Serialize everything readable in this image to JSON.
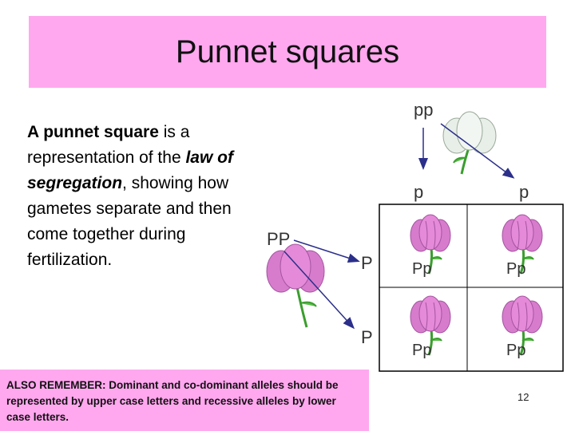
{
  "slide": {
    "title": "Punnet squares",
    "body": {
      "term": "A punnet square",
      "text1": " is a representation of the ",
      "law": "law of segregation",
      "text2": ", showing how gametes separate and then come together during fertilization."
    },
    "diagram": {
      "top_parent": "pp",
      "top_gametes": [
        "p",
        "p"
      ],
      "left_parent": "PP",
      "left_gametes": [
        "P",
        "P"
      ],
      "cells": [
        "Pp",
        "Pp",
        "Pp",
        "Pp"
      ],
      "colors": {
        "pink_flower": "#e58ad8",
        "white_flower": "#e8efe8",
        "arrow": "#2b2f8a",
        "stem": "#3a9e2e"
      }
    },
    "note": "ALSO REMEMBER: Dominant and co-dominant alleles should be represented by upper case letters and recessive alleles by lower case letters.",
    "page_number": "12"
  }
}
